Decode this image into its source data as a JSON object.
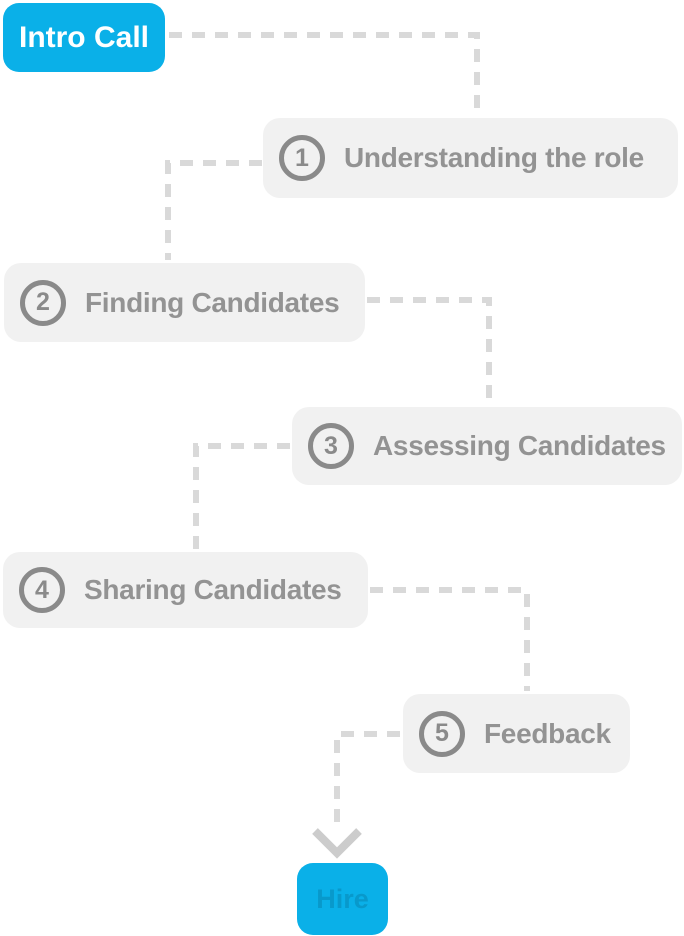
{
  "flow": {
    "start": {
      "label": "Intro Call"
    },
    "steps": [
      {
        "number": "1",
        "label": "Understanding the role"
      },
      {
        "number": "2",
        "label": "Finding Candidates"
      },
      {
        "number": "3",
        "label": "Assessing Candidates"
      },
      {
        "number": "4",
        "label": "Sharing Candidates"
      },
      {
        "number": "5",
        "label": "Feedback"
      }
    ],
    "end": {
      "label": "Hire"
    }
  },
  "colors": {
    "accent_blue": "#0AB0E8",
    "node_gray": "#F1F1F1",
    "text_gray": "#939393",
    "circle_gray": "#8A8A8A",
    "connector_gray": "#D9D9D9",
    "arrow_gray": "#CCCCCC",
    "end_label_blue": "#0899CB"
  }
}
